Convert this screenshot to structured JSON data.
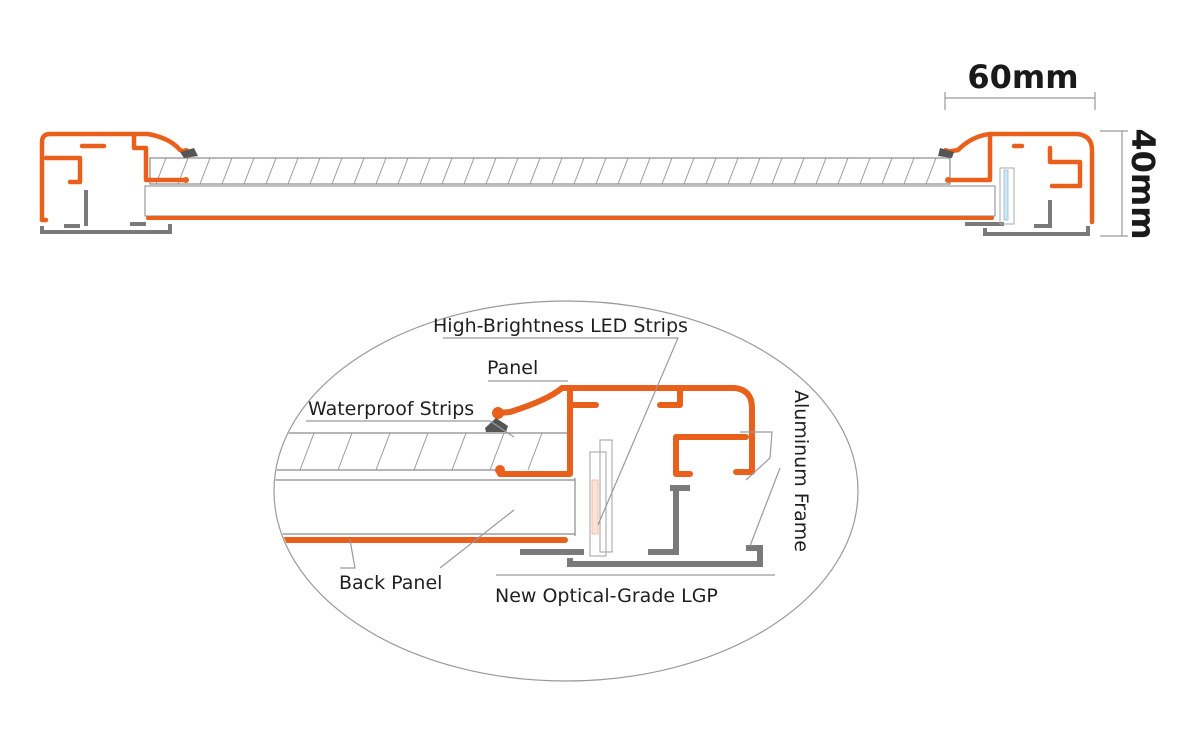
{
  "dimensions": {
    "width_label": "60mm",
    "height_label": "40mm"
  },
  "callouts": {
    "led_strips": "High-Brightness LED Strips",
    "panel": "Panel",
    "waterproof_strips": "Waterproof Strips",
    "aluminum_frame": "Aluminum Frame",
    "back_panel": "Back Panel",
    "lgp": "New Optical-Grade LGP"
  },
  "colors": {
    "frame_orange": "#e8601c",
    "frame_gray": "#7a7a7a",
    "line_gray": "#9a9a9a"
  }
}
